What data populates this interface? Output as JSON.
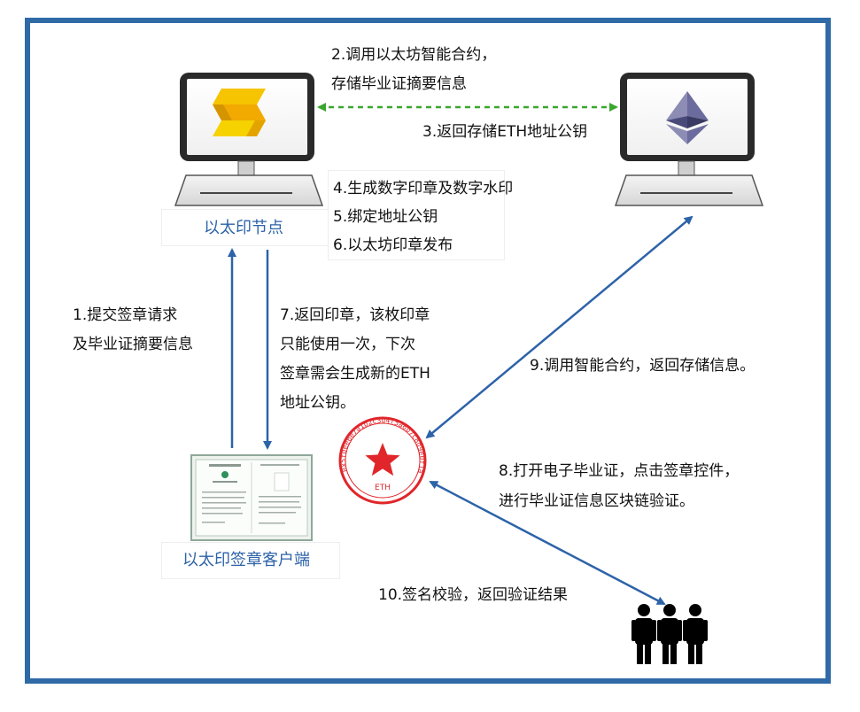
{
  "nodes": {
    "eth_node_label": "以太印节点",
    "client_label": "以太印签章客户端"
  },
  "steps": {
    "s2_line1": "2.调用以太坊智能合约，",
    "s2_line2": "存储毕业证摘要信息",
    "s3": "3.返回存储ETH地址公钥",
    "s4": "4.生成数字印章及数字水印",
    "s5": "5.绑定地址公钥",
    "s6": "6.以太坊印章发布",
    "s1_line1": "1.提交签章请求",
    "s1_line2": "及毕业证摘要信息",
    "s7_line1": "7.返回印章，该枚印章",
    "s7_line2": "只能使用一次，下次",
    "s7_line3": "签章需会生成新的ETH",
    "s7_line4": "地址公钥。",
    "s9": "9.调用智能合约，返回存储信息。",
    "s8_line1": "8.打开电子毕业证，点击签章控件，",
    "s8_line2": "进行毕业证信息区块链验证。",
    "s10": "10.签名校验，返回验证结果"
  },
  "seal": {
    "center_text": "ETH",
    "ring_text": "0x5f0ee6e7a1b2c3d4f5a6b7c8d9e0f1a2b3c4d5e6"
  },
  "colors": {
    "frame": "#2f6aa6",
    "arrow_blue": "#2d63a8",
    "arrow_green": "#3aa62e",
    "seal_red": "#e0262b"
  },
  "icons": {
    "left_monitor_logo": "yellow-s-logo-icon",
    "right_monitor_logo": "ethereum-icon",
    "users": "people-icon"
  }
}
